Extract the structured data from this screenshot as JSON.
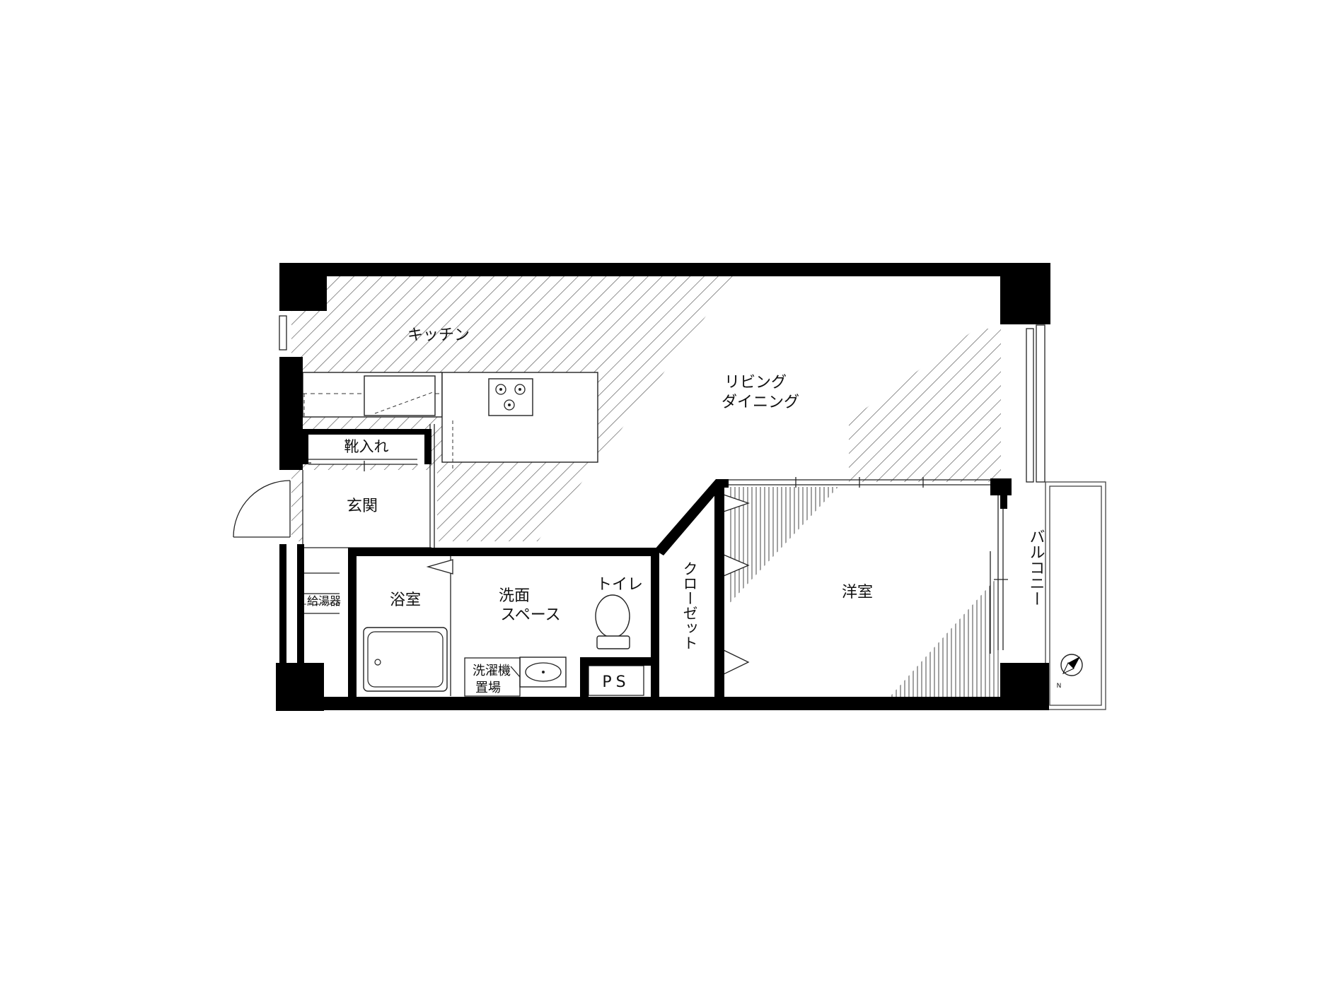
{
  "rooms": {
    "kitchen": "キッチン",
    "living_line1": "リビング",
    "living_line2": "ダイニング",
    "shoe_storage": "靴入れ",
    "entrance": "玄関",
    "water_heater": "給湯器",
    "bathroom": "浴室",
    "washroom_line1": "洗面",
    "washroom_line2": "スペース",
    "toilet": "トイレ",
    "washer_line1": "洗濯機",
    "washer_line2": "置場",
    "pipe_space": "PS",
    "closet": "クローゼット",
    "western_room": "洋室",
    "balcony": "バルコニー"
  },
  "compass": {
    "north_label": "N"
  }
}
